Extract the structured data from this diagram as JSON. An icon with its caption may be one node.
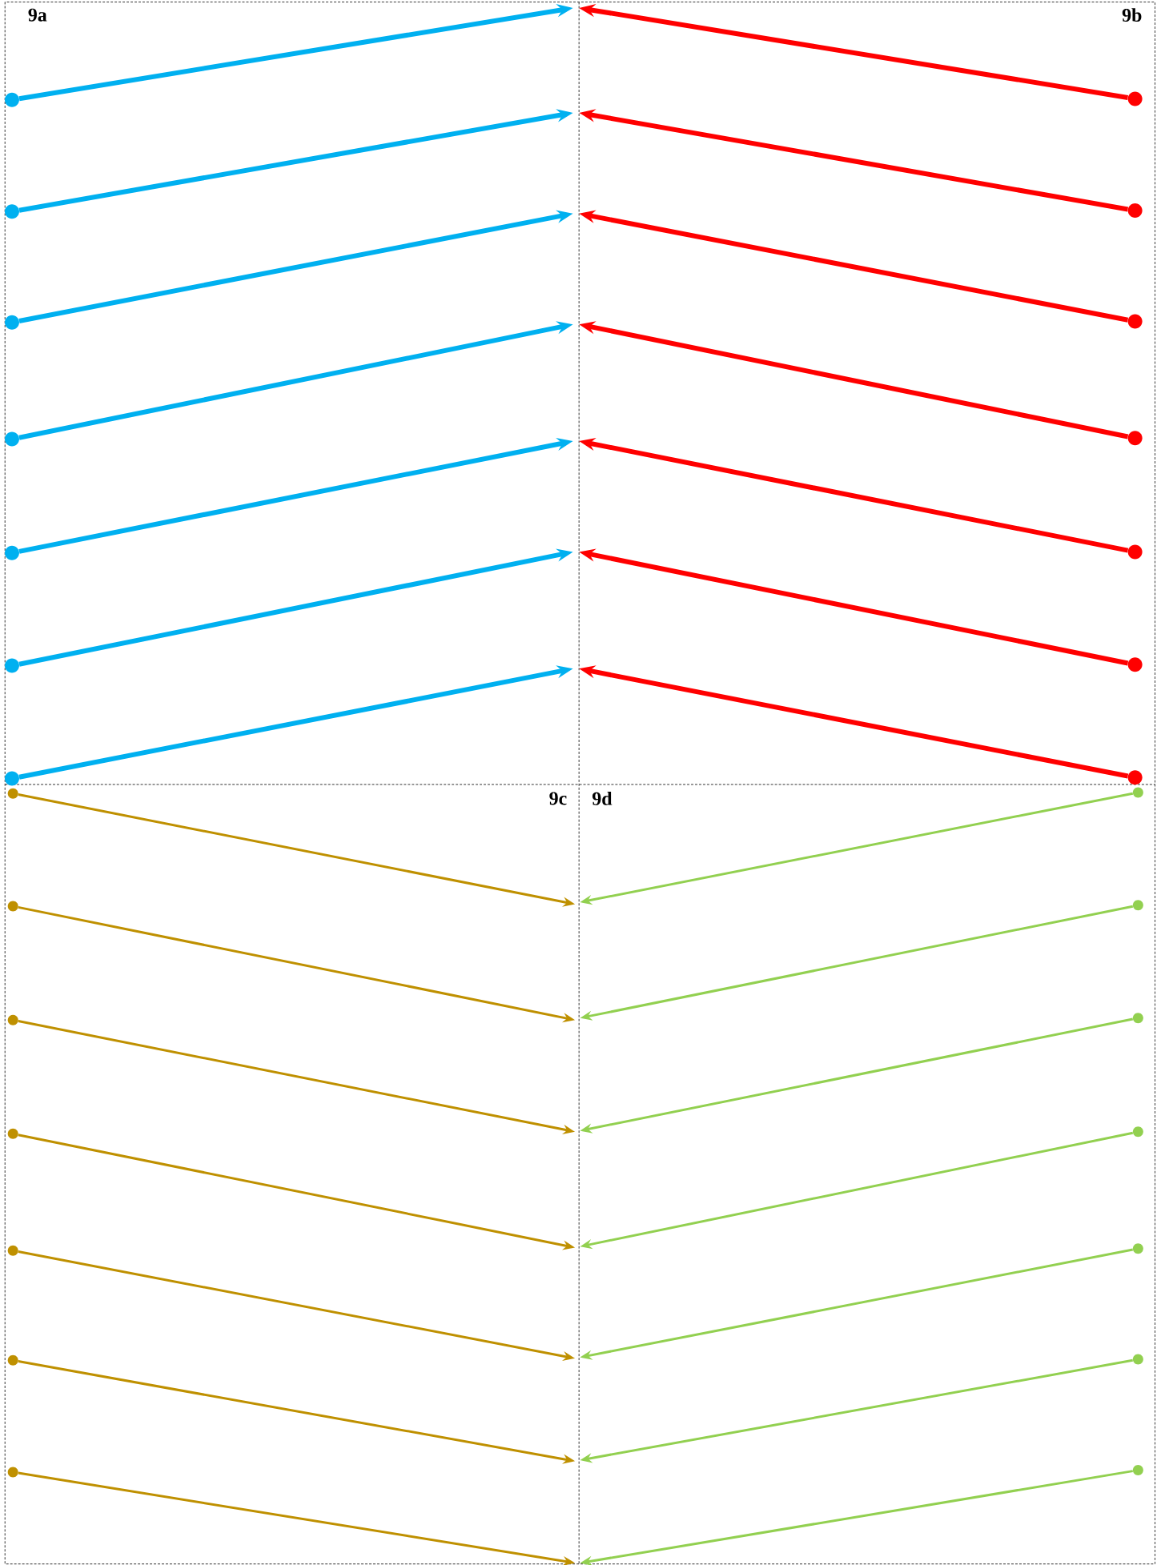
{
  "diagram": {
    "nodes": [
      {
        "text": [],
        "shape": "circle"
      },
      {
        "text": [],
        "shape": "circle"
      },
      {
        "text": [],
        "shape": "circle"
      },
      {
        "text": [],
        "shape": "circle"
      },
      {
        "text": [],
        "shape": "circle"
      },
      {
        "text": [],
        "shape": "circle"
      },
      {
        "text": [],
        "shape": "circle"
      },
      {
        "text": [],
        "shape": "circle"
      },
      {
        "text": [],
        "shape": "circle"
      },
      {
        "text": [],
        "shape": "circle"
      },
      {
        "text": [],
        "shape": "circle"
      },
      {
        "text": [],
        "shape": "circle"
      },
      {
        "text": [],
        "shape": "circle"
      },
      {
        "text": [],
        "shape": "circle"
      },
      {
        "text": [],
        "shape": "circle"
      },
      {
        "text": [],
        "shape": "circle"
      },
      {
        "text": [],
        "shape": "circle"
      },
      {
        "text": [],
        "shape": "circle"
      },
      {
        "text": [],
        "shape": "circle"
      },
      {
        "text": [],
        "shape": "circle"
      },
      {
        "text": [],
        "shape": "circle"
      },
      {
        "text": [],
        "shape": "circle"
      },
      {
        "text": [],
        "shape": "circle"
      },
      {
        "text": [],
        "shape": "circle"
      },
      {
        "text": [],
        "shape": "circle"
      },
      {
        "text": [],
        "shape": "circle"
      },
      {
        "text": [],
        "shape": "circle"
      },
      {
        "text": [],
        "shape": "circle"
      }
    ],
    "edges": [
      {
        "from": 0,
        "to": null,
        "arrow": "to",
        "style": "thick",
        "color": "#00b0f0"
      },
      {
        "from": 1,
        "to": null,
        "arrow": "to",
        "style": "thick",
        "color": "#00b0f0"
      },
      {
        "from": 2,
        "to": null,
        "arrow": "to",
        "style": "thick",
        "color": "#00b0f0"
      },
      {
        "from": 3,
        "to": null,
        "arrow": "to",
        "style": "thick",
        "color": "#00b0f0"
      },
      {
        "from": 4,
        "to": null,
        "arrow": "to",
        "style": "thick",
        "color": "#00b0f0"
      },
      {
        "from": 5,
        "to": null,
        "arrow": "to",
        "style": "thick",
        "color": "#00b0f0"
      },
      {
        "from": 6,
        "to": null,
        "arrow": "to",
        "style": "thick",
        "color": "#00b0f0"
      },
      {
        "from": 7,
        "to": null,
        "arrow": "to",
        "style": "thick",
        "color": "#ff0000"
      },
      {
        "from": 8,
        "to": null,
        "arrow": "to",
        "style": "thick",
        "color": "#ff0000"
      },
      {
        "from": 9,
        "to": null,
        "arrow": "to",
        "style": "thick",
        "color": "#ff0000"
      },
      {
        "from": 10,
        "to": null,
        "arrow": "to",
        "style": "thick",
        "color": "#ff0000"
      },
      {
        "from": 11,
        "to": null,
        "arrow": "to",
        "style": "thick",
        "color": "#ff0000"
      },
      {
        "from": 12,
        "to": null,
        "arrow": "to",
        "style": "thick",
        "color": "#ff0000"
      },
      {
        "from": 13,
        "to": null,
        "arrow": "to",
        "style": "thick",
        "color": "#ff0000"
      },
      {
        "from": 14,
        "to": null,
        "arrow": "to",
        "color": "#bf9000"
      },
      {
        "from": 15,
        "to": null,
        "arrow": "to",
        "color": "#bf9000"
      },
      {
        "from": 16,
        "to": null,
        "arrow": "to",
        "color": "#bf9000"
      },
      {
        "from": 17,
        "to": null,
        "arrow": "to",
        "color": "#bf9000"
      },
      {
        "from": 18,
        "to": null,
        "arrow": "to",
        "color": "#bf9000"
      },
      {
        "from": 19,
        "to": null,
        "arrow": "to",
        "color": "#bf9000"
      },
      {
        "from": 20,
        "to": null,
        "arrow": "to",
        "color": "#bf9000"
      },
      {
        "from": 21,
        "to": null,
        "arrow": "to",
        "color": "#92d050"
      },
      {
        "from": 22,
        "to": null,
        "arrow": "to",
        "color": "#92d050"
      },
      {
        "from": 23,
        "to": null,
        "arrow": "to",
        "color": "#92d050"
      },
      {
        "from": 24,
        "to": null,
        "arrow": "to",
        "color": "#92d050"
      },
      {
        "from": 25,
        "to": null,
        "arrow": "to",
        "color": "#92d050"
      },
      {
        "from": 26,
        "to": null,
        "arrow": "to",
        "color": "#92d050"
      },
      {
        "from": 27,
        "to": null,
        "arrow": "to",
        "color": "#92d050"
      }
    ],
    "labels": [
      "9a",
      "9b",
      "9c",
      "9d"
    ]
  }
}
